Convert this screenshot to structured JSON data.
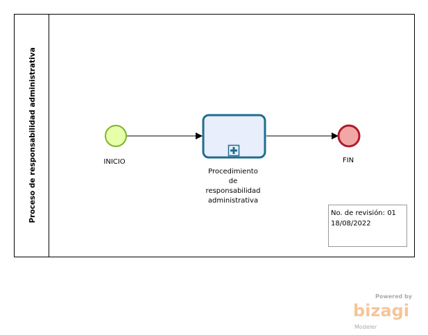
{
  "pool": {
    "title": "Proceso de responsabilidad administrativa"
  },
  "start_event": {
    "label": "INICIO"
  },
  "task": {
    "label_lines": [
      "Procedimiento",
      "de",
      "responsabilidad",
      "administrativa"
    ]
  },
  "end_event": {
    "label": "FIN"
  },
  "annotation": {
    "line1": "No. de revisión: 01",
    "line2": "18/08/2022"
  },
  "branding": {
    "powered": "Powered by",
    "brand": "bizagi",
    "product": "Modeler"
  },
  "colors": {
    "start_fill": "#e6ffa8",
    "start_stroke": "#7bb32e",
    "end_fill": "#f2a7a7",
    "end_stroke": "#b0192d",
    "task_fill": "#e8eefc",
    "task_stroke": "#1e6d8e",
    "brand": "#f6b27a"
  }
}
